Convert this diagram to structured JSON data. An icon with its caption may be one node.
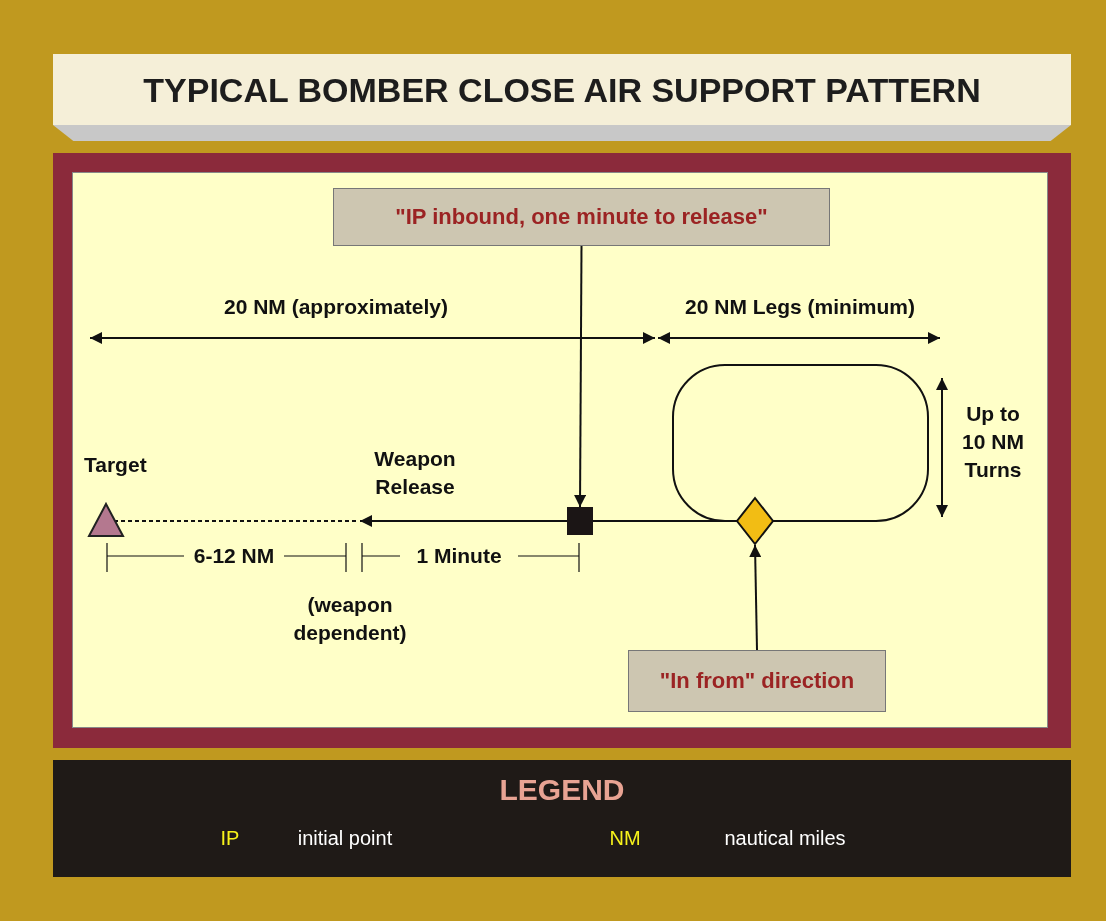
{
  "diagram": {
    "title": "TYPICAL BOMBER CLOSE AIR SUPPORT PATTERN",
    "nodes": [
      {
        "text": [
          "\"IP inbound, one minute to release\""
        ]
      },
      {
        "text": [],
        "shape": "box"
      },
      {
        "text": [
          "\"In from\" direction"
        ]
      },
      {
        "text": [],
        "shape": "diamond"
      },
      {
        "text": [],
        "shape": "triangle",
        "beside": [
          "Target"
        ]
      }
    ],
    "edges": [
      {
        "from": 0,
        "to": 1,
        "arrow": "to"
      },
      {
        "from": 3,
        "to": 1,
        "arrow": "none"
      },
      {
        "from": 1,
        "to": null,
        "arrow": "to"
      },
      {
        "from": null,
        "to": 4,
        "arrow": "none",
        "style": "dashed"
      },
      {
        "from": 2,
        "to": 3,
        "arrow": "to"
      }
    ],
    "labels": [
      "20 NM (approximately)",
      "20 NM Legs (minimum)",
      "Up to 10 NM Turns",
      "Weapon Release",
      "6-12 NM",
      "1 Minute",
      "(weapon dependent)",
      "LEGEND",
      "IP",
      "initial point",
      "NM",
      "nautical miles"
    ]
  }
}
